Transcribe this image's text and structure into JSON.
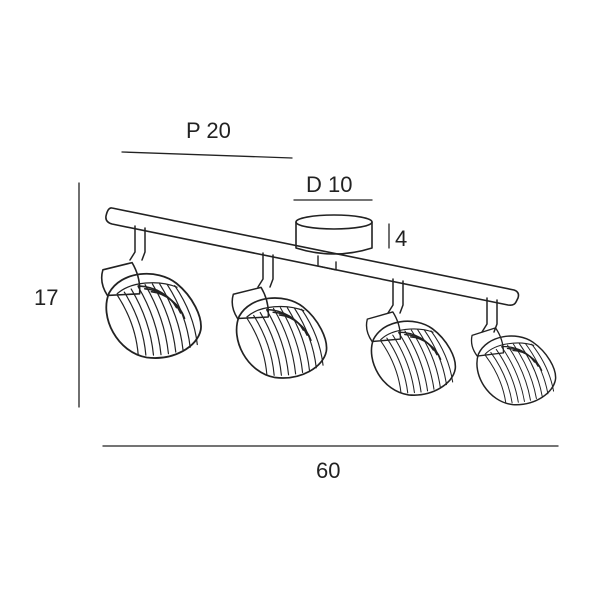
{
  "dimensions": {
    "projection_label": "P 20",
    "diameter_label": "D 10",
    "canopy_height_label": "4",
    "height_label": "17",
    "width_label": "60"
  },
  "lamp": {
    "spot_count": 4,
    "line_color": "#222222",
    "background": "#ffffff"
  }
}
